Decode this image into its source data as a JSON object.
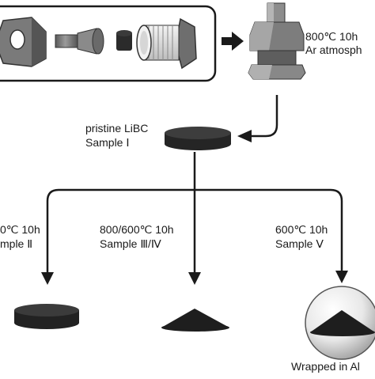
{
  "top_process": {
    "condition_line1": "800℃ 10h",
    "condition_line2": "Ar atmosph"
  },
  "pristine": {
    "line1": "pristine LiBC",
    "line2": "Sample Ⅰ"
  },
  "branches": [
    {
      "line1": "0℃ 10h",
      "line2": "mple Ⅱ"
    },
    {
      "line1": "800/600℃ 10h",
      "line2": "Sample Ⅲ/Ⅳ"
    },
    {
      "line1": "600℃ 10h",
      "line2": "Sample Ⅴ"
    }
  ],
  "wrapped_label": "Wrapped in Al",
  "colors": {
    "line": "#1a1a1a",
    "part_gray": "#777777",
    "part_dark": "#333333",
    "pellet": "#2b2b2b",
    "powder": "#1e1e1e"
  },
  "icons": [
    "hex-nut-icon",
    "bolt-icon",
    "pellet-icon",
    "cap-icon",
    "reactor-vessel-icon"
  ]
}
